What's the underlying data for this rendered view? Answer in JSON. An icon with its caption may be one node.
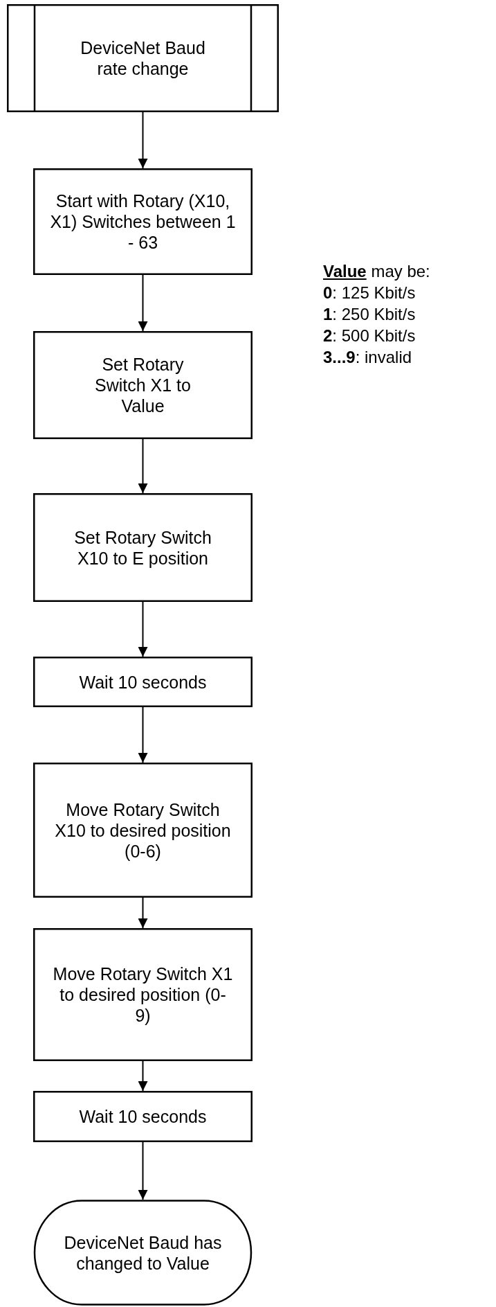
{
  "diagram": {
    "nodes": [
      {
        "text": [
          "DeviceNet Baud rate change"
        ]
      },
      {
        "text": [
          "Start with Rotary (X10, X1) Switches between 1 - 63"
        ]
      },
      {
        "text": [
          "Set Rotary Switch X1 to Value"
        ]
      },
      {
        "text": [
          "Set Rotary Switch X10 to E position"
        ]
      },
      {
        "text": [
          "Wait 10 seconds"
        ]
      },
      {
        "text": [
          "Move Rotary Switch X10 to desired position (0-6)"
        ]
      },
      {
        "text": [
          "Move Rotary Switch X1 to desired position (0-9)"
        ]
      },
      {
        "text": [
          "Wait 10 seconds"
        ]
      },
      {
        "text": [
          "DeviceNet Baud has changed to Value"
        ]
      }
    ],
    "edges": [
      {
        "from": 0,
        "to": 1,
        "arrow": "to"
      },
      {
        "from": 1,
        "to": 2,
        "arrow": "to"
      },
      {
        "from": 2,
        "to": 3,
        "arrow": "to"
      },
      {
        "from": 3,
        "to": 4,
        "arrow": "to"
      },
      {
        "from": 4,
        "to": 5,
        "arrow": "to"
      },
      {
        "from": 5,
        "to": 6,
        "arrow": "to"
      },
      {
        "from": 6,
        "to": 7,
        "arrow": "to"
      },
      {
        "from": 7,
        "to": 8,
        "arrow": "to"
      }
    ],
    "labels": [
      "**Value** may be:",
      "**0**: 125 Kbit/s",
      "**1**: 250 Kbit/s",
      "**2**: 500 Kbit/s",
      "**3...9**: invalid"
    ]
  }
}
